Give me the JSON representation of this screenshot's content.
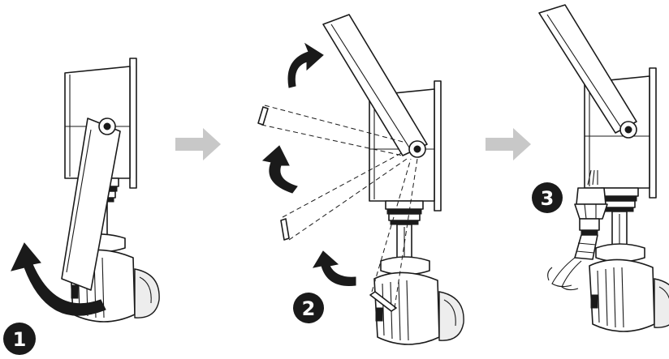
{
  "steps": [
    {
      "number": "1"
    },
    {
      "number": "2"
    },
    {
      "number": "3"
    }
  ],
  "colors": {
    "line": "#1a1a1a",
    "step_arrow": "#c8c8c8",
    "badge_fill": "#1a1a1a",
    "badge_text": "#ffffff"
  },
  "icons": [
    "curved-arrow-icon",
    "right-arrow-icon",
    "step-badge-icon"
  ]
}
